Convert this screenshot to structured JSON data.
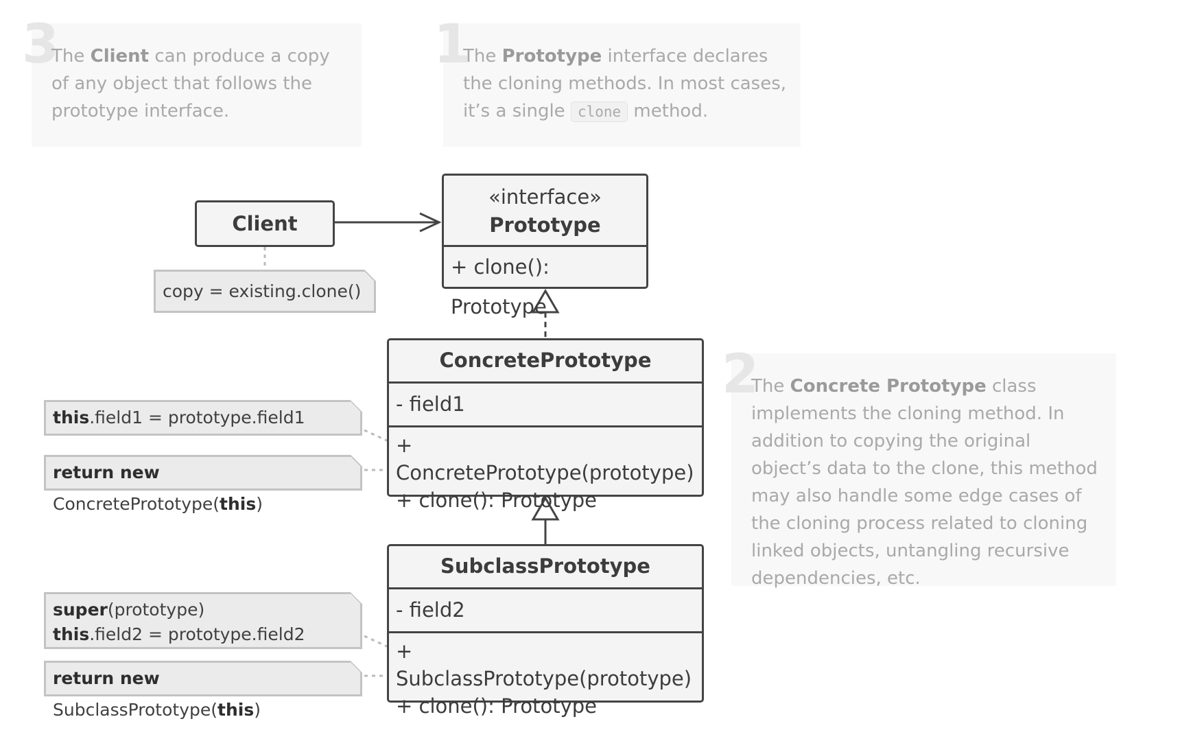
{
  "callouts": [
    {
      "number": "3",
      "t1": "The ",
      "b1": "Client",
      "t2": " can produce a copy of any object that follows the prototype interface."
    },
    {
      "number": "1",
      "t1": "The ",
      "b1": "Prototype",
      "t2": " interface declares the cloning methods. In most cases, it’s a single ",
      "code": "clone",
      "t3": " method."
    },
    {
      "number": "2",
      "t1": "The ",
      "b1": "Concrete Prototype",
      "t2": " class implements the cloning method. In addition to copying the original object’s data to the clone, this method may also handle some edge cases of the cloning process related to cloning linked objects, untangling recursive dependencies, etc."
    }
  ],
  "client": {
    "name": "Client"
  },
  "prototype": {
    "stereotype": "«interface»",
    "name": "Prototype",
    "method": "+ clone(): Prototype"
  },
  "concrete": {
    "name": "ConcretePrototype",
    "field": "- field1",
    "methods": [
      "+ ConcretePrototype(prototype)",
      "+ clone(): Prototype"
    ]
  },
  "subclass": {
    "name": "SubclassPrototype",
    "field": "- field2",
    "methods": [
      "+ SubclassPrototype(prototype)",
      "+ clone(): Prototype"
    ]
  },
  "notes": {
    "client_note": "copy = existing.clone()",
    "concrete_ctor": {
      "kw": "this",
      "rest": ".field1 = prototype.field1"
    },
    "concrete_clone": {
      "kw1": "return new",
      "mid": " ConcretePrototype(",
      "kw2": "this",
      "end": ")"
    },
    "subclass_ctor": {
      "kw1": "super",
      "rest1": "(prototype)",
      "kw2": "this",
      "rest2": ".field2 = prototype.field2"
    },
    "subclass_clone": {
      "kw1": "return new",
      "mid": " SubclassPrototype(",
      "kw2": "this",
      "end": ")"
    }
  }
}
